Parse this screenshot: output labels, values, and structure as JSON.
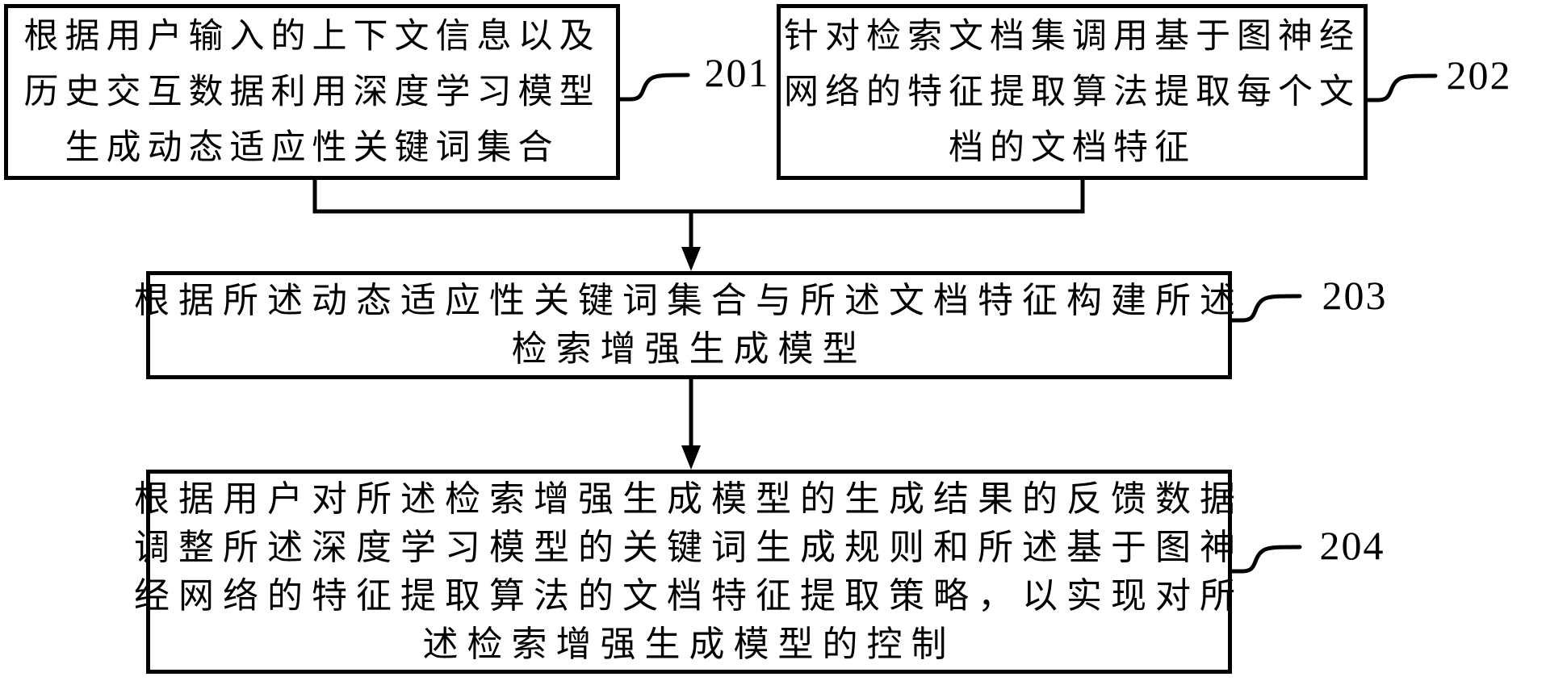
{
  "figure": {
    "type": "flowchart",
    "ink_color": "#000000",
    "background_color": "#ffffff",
    "steps": [
      {
        "ref": "201",
        "lines": [
          "根据用户输入的上下文信息以及",
          "历史交互数据利用深度学习模型",
          "生成动态适应性关键词集合"
        ]
      },
      {
        "ref": "202",
        "lines": [
          "针对检索文档集调用基于图神经",
          "网络的特征提取算法提取每个文",
          "档的文档特征"
        ]
      },
      {
        "ref": "203",
        "lines": [
          "根据所述动态适应性关键词集合与所述文档特征构建所述",
          "检索增强生成模型"
        ]
      },
      {
        "ref": "204",
        "lines": [
          "根据用户对所述检索增强生成模型的生成结果的反馈数据",
          "调整所述深度学习模型的关键词生成规则和所述基于图神",
          "经网络的特征提取算法的文档特征提取策略，以实现对所",
          "述检索增强生成模型的控制"
        ]
      }
    ]
  }
}
